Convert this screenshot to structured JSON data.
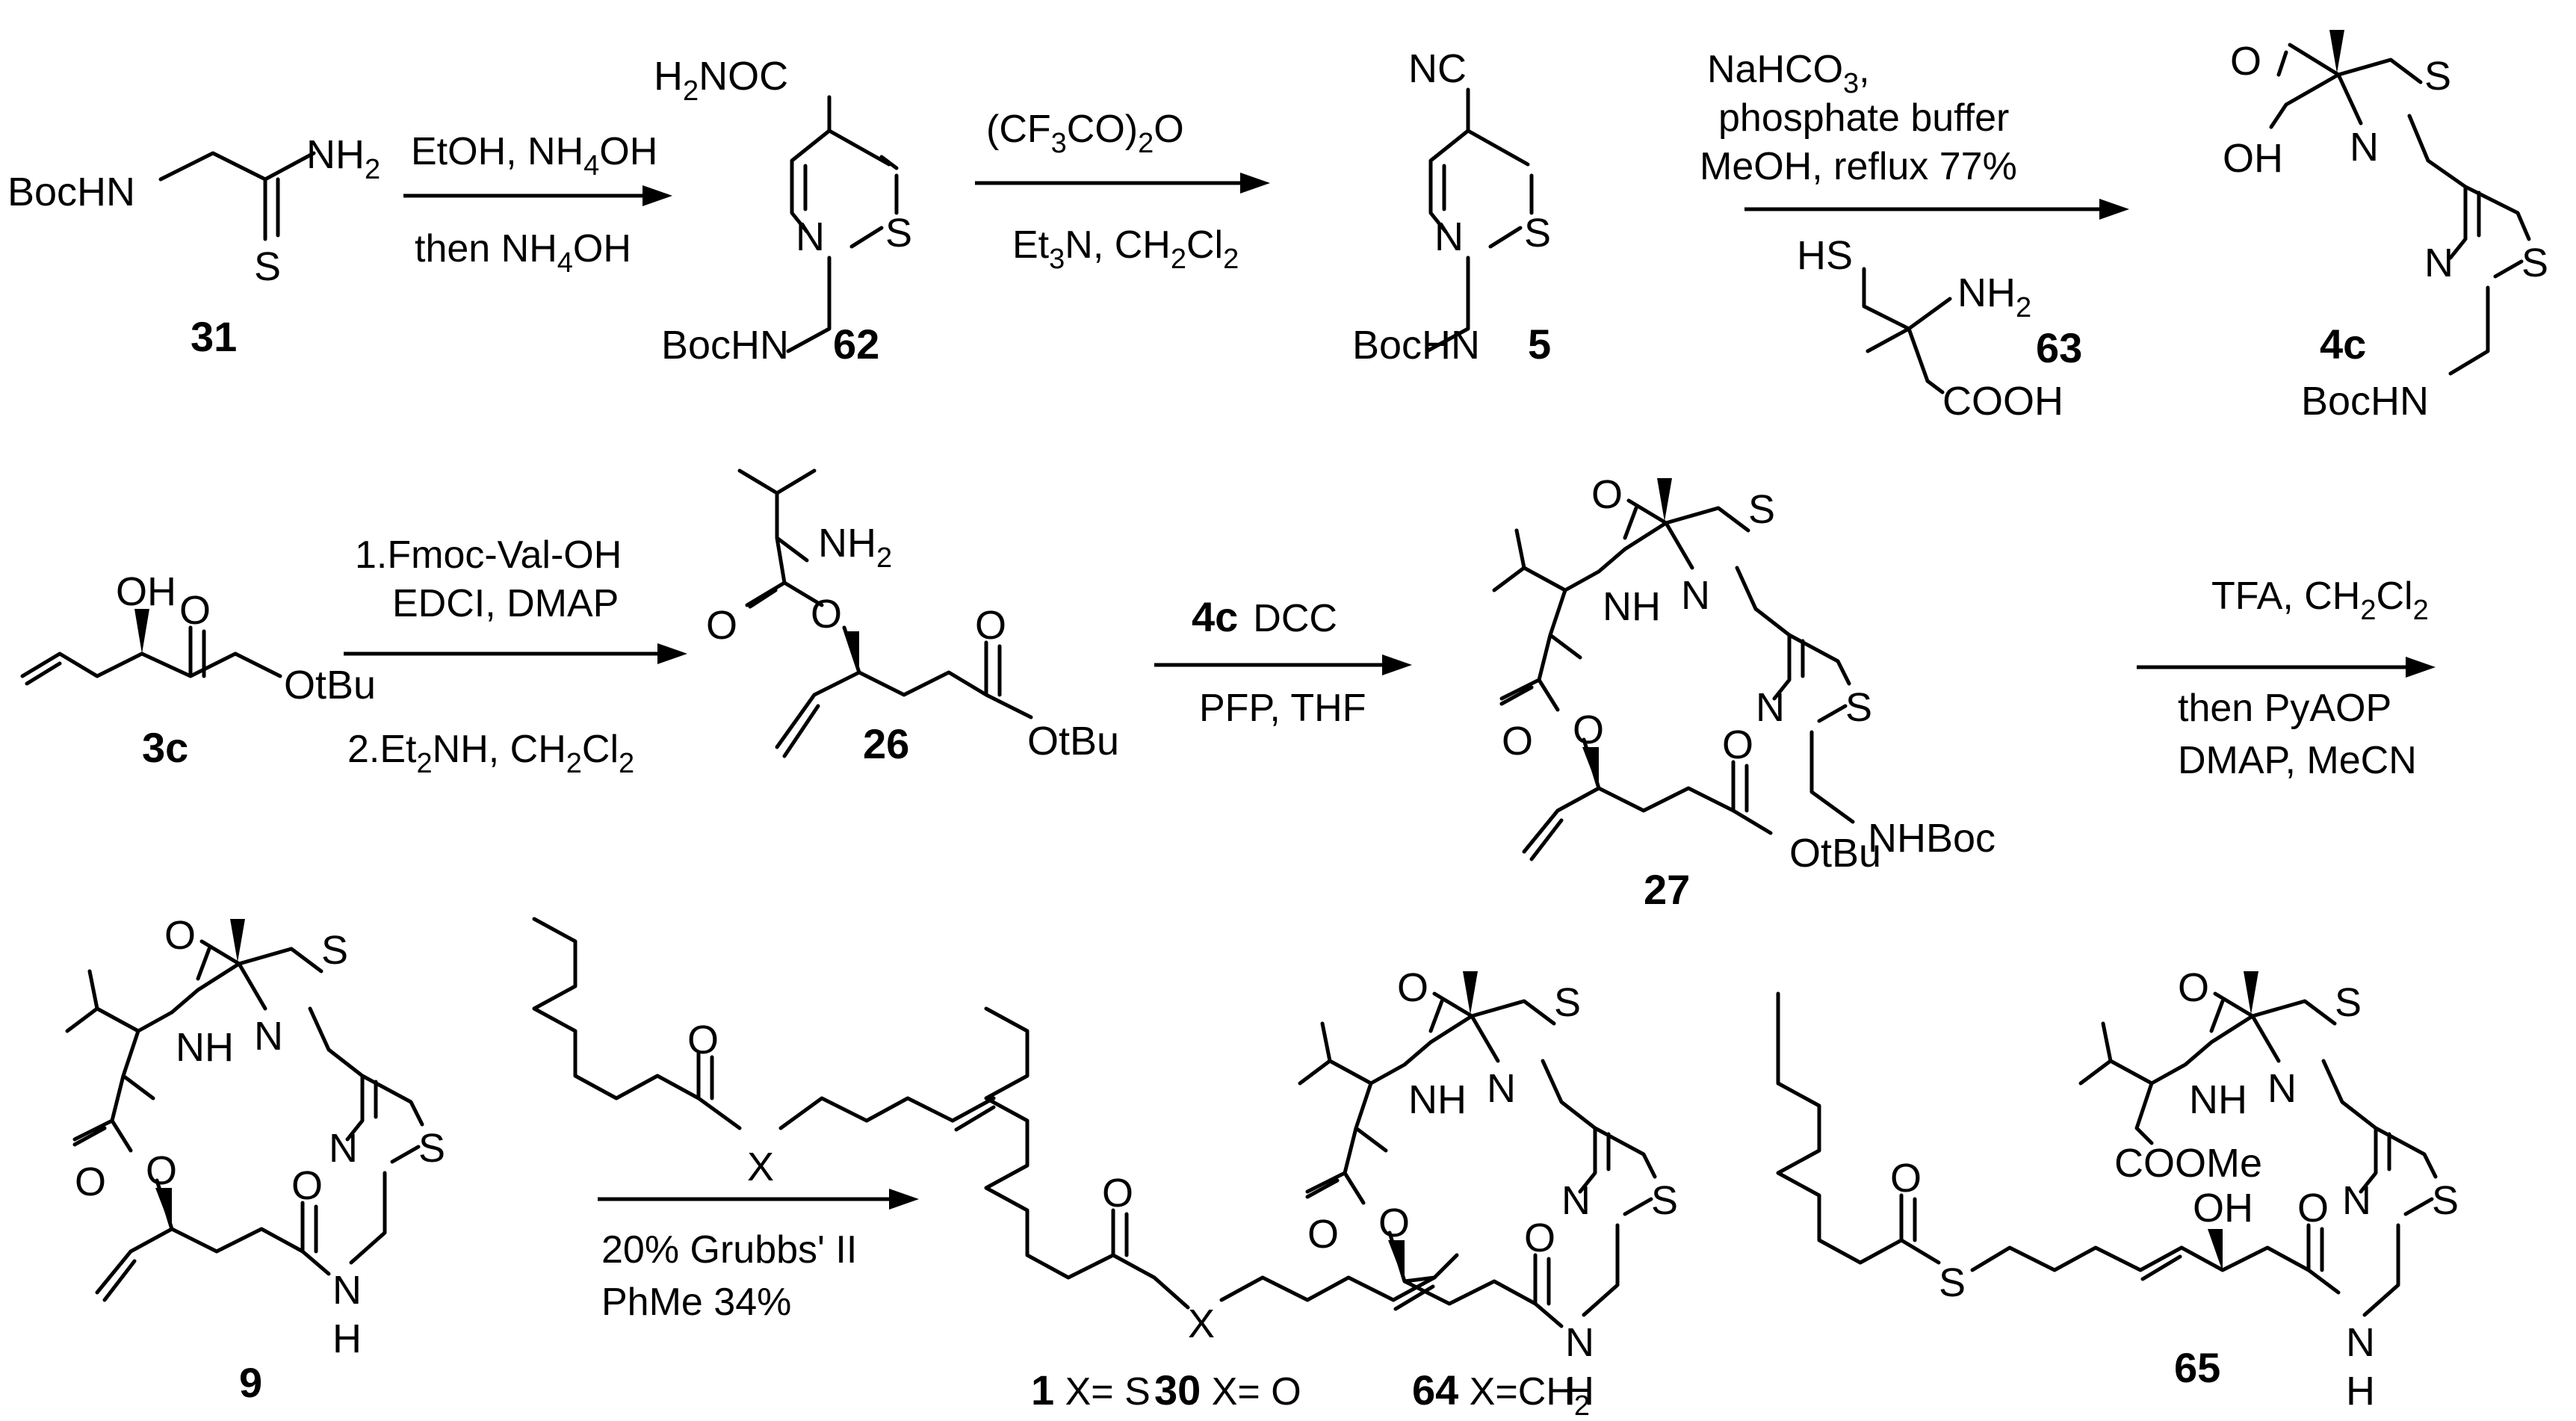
{
  "step1": {
    "start": {
      "boc": "BocHN",
      "nh2": "NH",
      "nh2_sub": "2",
      "s": "S",
      "label": "31"
    },
    "reagents": {
      "line1a": "EtOH, NH",
      "line1a_sub": "4",
      "line1b": "OH",
      "line2a": "then NH",
      "line2_sub": "4",
      "line2b": "OH"
    },
    "product": {
      "top_a": "H",
      "top_sub": "2",
      "top_b": "NOC",
      "n": "N",
      "s": "S",
      "boc": "BocHN",
      "label": "62"
    }
  },
  "step2": {
    "reagents": {
      "line1a": "(CF",
      "line1_sub1": "3",
      "line1b": "CO)",
      "line1_sub2": "2",
      "line1c": "O",
      "line2a": "Et",
      "line2_sub1": "3",
      "line2b": "N, CH",
      "line2_sub2": "2",
      "line2c": "Cl",
      "line2_sub3": "2"
    },
    "product": {
      "nc": "NC",
      "n": "N",
      "s": "S",
      "boc": "BocHN",
      "label": "5"
    }
  },
  "step3": {
    "reagents": {
      "line1a": "NaHCO",
      "line1_sub": "3",
      "line1b": ",",
      "line2": "phosphate buffer",
      "line3": "MeOH, reflux 77%"
    },
    "cys": {
      "hs": "HS",
      "nh2": "NH",
      "nh2_sub": "2",
      "cooh": "COOH",
      "label": "63"
    },
    "product": {
      "o": "O",
      "oh": "OH",
      "n1": "N",
      "s1": "S",
      "n2": "N",
      "s2": "S",
      "boc": "BocHN",
      "label": "4c"
    }
  },
  "step4": {
    "start": {
      "oh": "OH",
      "o": "O",
      "otbu": "OtBu",
      "label": "3c"
    },
    "reagents": {
      "line1": "1.Fmoc-Val-OH",
      "line2": "EDCI, DMAP",
      "line3a": "2.Et",
      "line3_sub1": "2",
      "line3b": "NH, CH",
      "line3_sub2": "2",
      "line3c": "Cl",
      "line3_sub3": "2"
    },
    "product": {
      "nh2": "NH",
      "nh2_sub": "2",
      "o1": "O",
      "o2": "O",
      "o3": "O",
      "otbu": "OtBu",
      "label": "26"
    }
  },
  "step5": {
    "reagents": {
      "line1a": "4c",
      "line1b": "DCC",
      "line2": "PFP, THF"
    },
    "product": {
      "o1": "O",
      "s1": "S",
      "nh": "NH",
      "n1": "N",
      "n2": "N",
      "s2": "S",
      "o2": "O",
      "o3": "O",
      "o4": "O",
      "otbu": "OtBu",
      "nhboc": "NHBoc",
      "label": "27"
    }
  },
  "step6": {
    "reagents": {
      "line1a": "TFA, CH",
      "line1_sub1": "2",
      "line1b": "Cl",
      "line1_sub2": "2",
      "line2": "then PyAOP",
      "line3": "DMAP, MeCN"
    }
  },
  "step7": {
    "start": {
      "o1": "O",
      "s1": "S",
      "nh": "NH",
      "n1": "N",
      "n2": "N",
      "s2": "S",
      "o2": "O",
      "o3": "O",
      "o4": "O",
      "nh2": "N",
      "h": "H",
      "label": "9"
    },
    "reagent_mol": {
      "o": "O",
      "x": "X"
    },
    "conditions": {
      "line1": "20% Grubbs' II",
      "line2": "PhMe 34%"
    },
    "product": {
      "o1": "O",
      "x": "X",
      "o2": "O",
      "s1": "S",
      "nh": "NH",
      "n1": "N",
      "n2": "N",
      "s2": "S",
      "o3": "O",
      "o4": "O",
      "o5": "O",
      "n3": "N",
      "h": "H"
    },
    "labels": {
      "l1": "1",
      "l1_text": " X= S",
      "l2": "30",
      "l2_text": " X= O",
      "l3": "64",
      "l3_text": " X=CH",
      "l3_sub": "2"
    },
    "product65": {
      "o1": "O",
      "s": "S",
      "o2": "O",
      "s1": "S",
      "nh": "NH",
      "n1": "N",
      "n2": "N",
      "s2": "S",
      "coome": "COOMe",
      "oh": "OH",
      "o3": "O",
      "n3": "N",
      "h": "H",
      "label": "65"
    }
  }
}
